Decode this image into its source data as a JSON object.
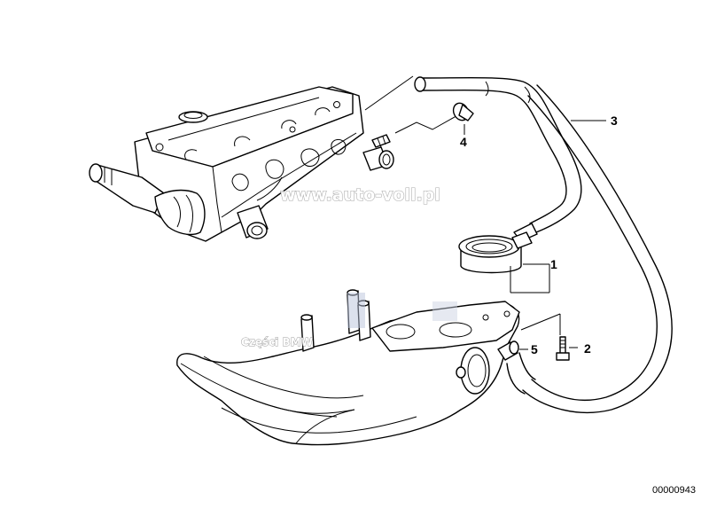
{
  "callouts": {
    "p1": "1",
    "p2": "2",
    "p3": "3",
    "p4": "4",
    "p5": "5"
  },
  "watermark": {
    "site": "www.auto-voll.pl",
    "caption": "Części BMW"
  },
  "document_number": "00000943"
}
